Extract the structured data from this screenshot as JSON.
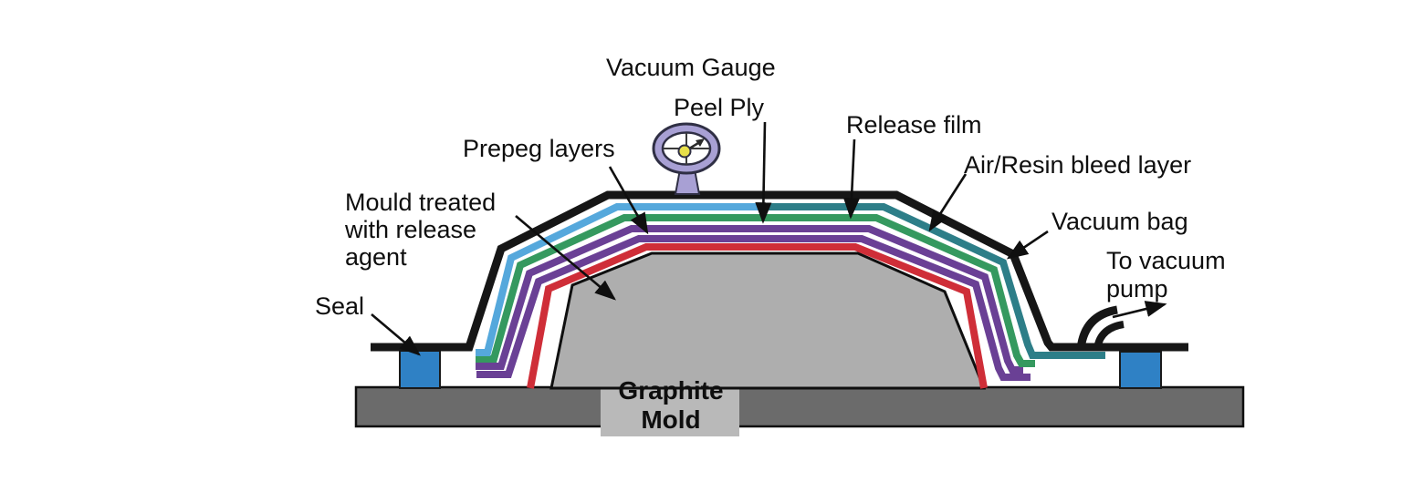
{
  "diagram": {
    "type": "vacuum-bagging-composite-layup-diagram",
    "background": "#ffffff",
    "labels": {
      "vacuum_gauge": "Vacuum Gauge",
      "peel_ply": "Peel Ply",
      "release_film": "Release film",
      "air_resin_bleed": "Air/Resin bleed layer",
      "prepeg_layers": "Prepeg layers",
      "mould_treated_l1": "Mould treated",
      "mould_treated_l2": "with release",
      "mould_treated_l3": "agent",
      "seal": "Seal",
      "vacuum_bag": "Vacuum bag",
      "to_vacuum_l1": "To vacuum",
      "to_vacuum_l2": "pump",
      "graphite_l1": "Graphite",
      "graphite_l2": "Mold"
    },
    "icons": {
      "gauge": "vacuum-gauge-dial-icon",
      "hose": "vacuum-port-hose-icon"
    },
    "colors": {
      "ink": "#0f0f0f",
      "bag_black": "#161616",
      "peel_ply_blue": "#55a8dc",
      "release_film_teal": "#2d7e88",
      "bleed_layer_green": "#35995f",
      "layer_purple": "#6a4095",
      "prepreg_red": "#cf2e38",
      "seal_blue": "#2f81c5",
      "mold_gray": "#aeaeae",
      "mold_label_gray": "#b9b9b9",
      "base_plate_gray": "#6b6b6b",
      "gauge_lavender": "#a8a0d4",
      "gauge_needle_yellow": "#e8e04a"
    }
  }
}
